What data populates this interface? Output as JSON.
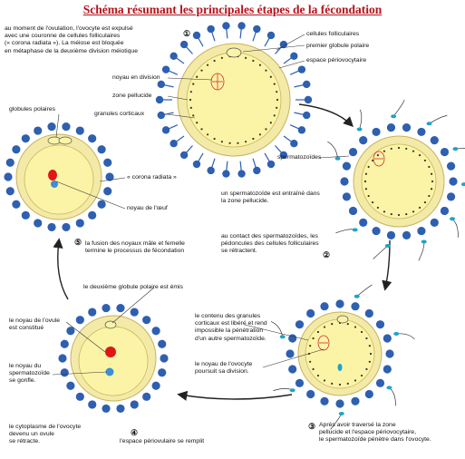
{
  "title": "Schéma résumant les principales étapes de la fécondation",
  "stages": [
    {
      "number": "①",
      "text": "au moment de l'ovulation, l'ovocyte est expulsé\navec une couronne de cellules folliculaires\n(« corona radiata »). La méiose est bloquée\nen métaphase de la deuxième division méiotique"
    },
    {
      "number": "②",
      "text": "au contact des spermatozoïdes, les\npédoncules des cellules folliculaires\nse rétractent."
    },
    {
      "number": "③",
      "text": "Après avoir traversé la zone\npellucide et l'espace périovocytaire,\nle spermatozoïde pénètre dans l'ovocyte."
    },
    {
      "number": "④",
      "text": "l'espace périovulaire se remplit"
    },
    {
      "number": "⑤",
      "text": "la fusion des noyaux mâle et femelle\ntermine le processus de fécondation"
    }
  ],
  "labels": {
    "cellules_folliculaires": "cellules folliculaires",
    "premier_globule": "premier globule polaire",
    "espace_periovocytaire": "espace périovocytaire",
    "noyau_division": "noyau en division",
    "zone_pellucide": "zone pellucide",
    "granules_corticaux": "granules corticaux",
    "spermatozoides": "spermatozoïdes",
    "entraine": "un spermatozoïde est entraîné dans\nla zone pellucide.",
    "globules_polaires": "globules polaires",
    "corona_radiata": "« corona radiata »",
    "noyau_oeuf": "noyau de l'œuf",
    "deuxieme_globule": "le deuxième globule polaire est émis",
    "noyau_ovule": "le noyau de l'ovule\nest constitué",
    "noyau_spermatozoide": "le noyau du\nspermatozoïde\nse gonfle.",
    "cytoplasme": "le cytoplasme de l'ovocyte\ndevenu un ovule\nse rétracte.",
    "contenu_granules": "le contenu des granules\ncorticaux est libéré et rend\nimpossible la pénétration\nd'un autre spermatozoïde.",
    "noyau_ovocyte": "le noyau de l'ovocyte\npoursuit sa division."
  },
  "colors": {
    "title": "#b5121b",
    "follicle_cells": "#2e5fb0",
    "zona": "#f3eaa8",
    "cytoplasm": "#fbf4a6",
    "female_nucleus": "#e01616",
    "male_nucleus": "#3a8fd8",
    "sperm_head": "#1fa3c8"
  }
}
